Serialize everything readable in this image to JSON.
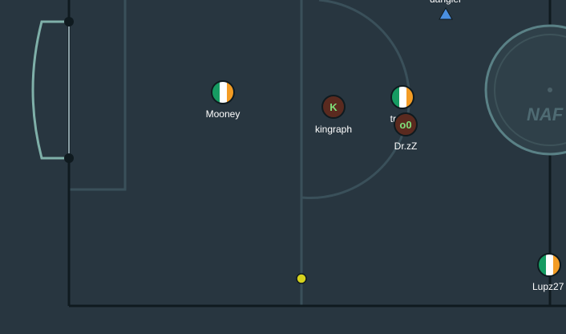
{
  "field": {
    "background": "#283640",
    "grass": "#273540",
    "line_color": "#3f5863",
    "boundary_color": "#0f1a1f",
    "goal_color": "#7fb0a9",
    "post_color": "#0f1a1f",
    "center_circle_fill": "#2f4049",
    "logo_text": "NAF"
  },
  "players": [
    {
      "name": "Mooney",
      "avatar": "flag",
      "team": "ireland"
    },
    {
      "name": "kingraph",
      "avatar": "letter",
      "avatar_text": "K"
    },
    {
      "name": "tre...h",
      "avatar": "flag",
      "team": "ireland"
    },
    {
      "name": "Dr.zZ",
      "avatar": "letter",
      "avatar_text": "o0"
    },
    {
      "name": "Lupz27",
      "avatar": "flag",
      "team": "ireland"
    },
    {
      "name": "dangler",
      "avatar": "marker"
    }
  ],
  "ball": {
    "color": "#d6d21e"
  },
  "flag_colors": [
    "#169b62",
    "#ffffff",
    "#f39c24"
  ],
  "letter_avatar_bg": "#5a2a1f",
  "marker_color": "#4a8fe0"
}
